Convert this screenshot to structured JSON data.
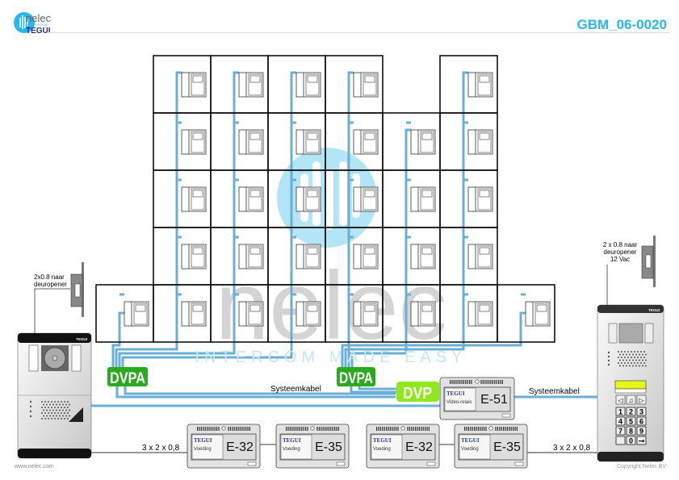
{
  "header": {
    "logo_top": "nelec",
    "logo_tagline": "INTERCOM MADE EASY",
    "logo_bottom": "TEGUI",
    "doc_code": "GBM_06-0020"
  },
  "watermark": {
    "word": "nelec",
    "tagline": "INTERCOM MADE EASY"
  },
  "left_panel": {
    "brand": "TEGUI",
    "opener_label_1": "2x0.8 naar",
    "opener_label_2": "deuropener"
  },
  "right_panel": {
    "brand": "TEGUI",
    "opener_label_1": "2 x 0.8 naar",
    "opener_label_2": "deuropener",
    "opener_label_3": "12 Vac",
    "keys": [
      "1",
      "2",
      "3",
      "4",
      "5",
      "6",
      "7",
      "8",
      "9",
      "",
      "0",
      "⊸"
    ]
  },
  "modules": {
    "dvpa_left": "DVPA",
    "dvpa_right": "DVPA",
    "dvp": "DVP",
    "relay": {
      "brand": "TEGUI",
      "type": "Video-relais",
      "code": "E-51"
    },
    "psu": [
      {
        "brand": "TEGUI",
        "type": "Voeding",
        "code": "E-32"
      },
      {
        "brand": "TEGUI",
        "type": "Voeding",
        "code": "E-35"
      },
      {
        "brand": "TEGUI",
        "type": "Voeding",
        "code": "E-32"
      },
      {
        "brand": "TEGUI",
        "type": "Voeding",
        "code": "E-35"
      }
    ]
  },
  "cables": {
    "system_left": "Systeemkabel",
    "system_right": "Systeemkabel",
    "power_left": "3 x 2 x 0,8",
    "power_right": "3 x 2 x 0,8"
  },
  "footer": {
    "website": "www.nelec.com",
    "copyright": "Copyright Nelec BV"
  },
  "colors": {
    "accent": "#29b6f0",
    "wire": "#6aafd6",
    "dvpa": "#2aaa1e",
    "dvp": "#8ee81a",
    "navy": "#2b2f86"
  }
}
